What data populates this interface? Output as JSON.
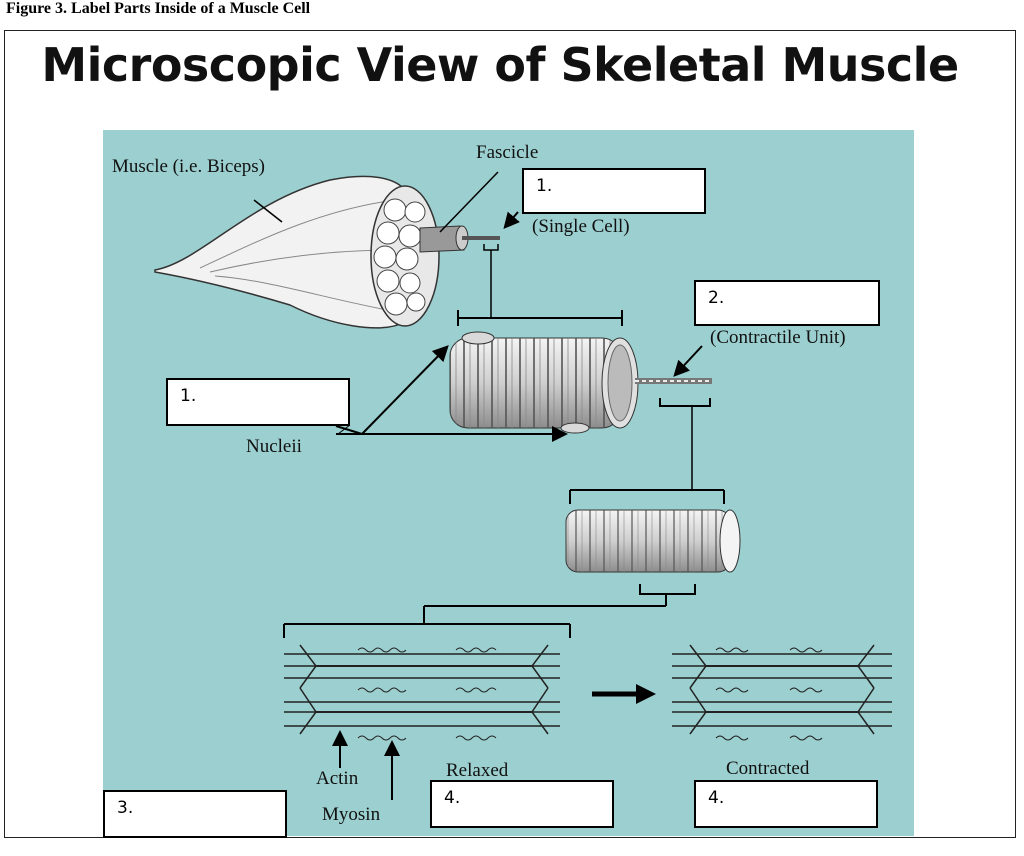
{
  "caption": "Figure 3. Label Parts Inside of a Muscle Cell",
  "title": "Microscopic View of Skeletal Muscle",
  "labels": {
    "muscle": "Muscle (i.e. Biceps)",
    "fascicle": "Fascicle",
    "single_cell": "(Single Cell)",
    "contractile_unit": "(Contractile Unit)",
    "nuclei": "Nucleii",
    "actin": "Actin",
    "myosin": "Myosin",
    "relaxed": "Relaxed",
    "contracted": "Contracted"
  },
  "answer_boxes": {
    "box_top_1": "1.",
    "box_top_2": "2.",
    "box_left_1": "1.",
    "box_bottom_3": "3.",
    "box_bottom_4a": "4.",
    "box_bottom_4b": "4."
  },
  "colors": {
    "panel": "#9ccfcf",
    "ink": "#111111"
  }
}
